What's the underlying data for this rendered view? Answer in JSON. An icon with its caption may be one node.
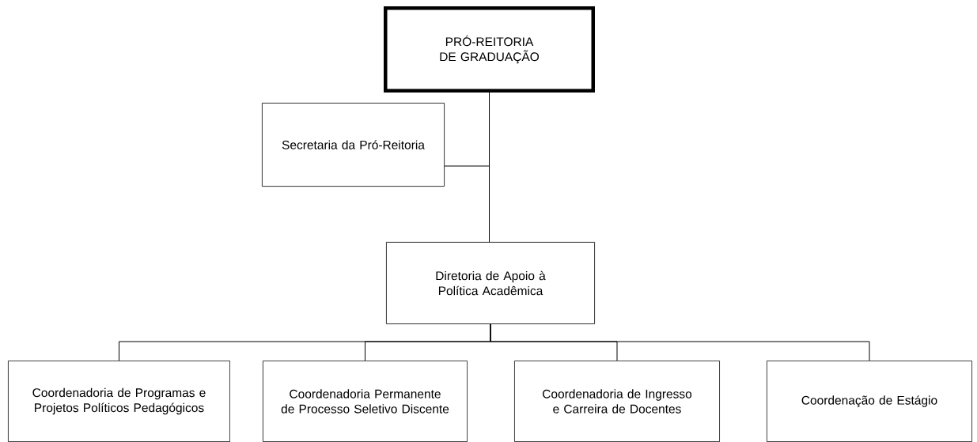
{
  "diagram": {
    "nodes": [
      {
        "text": [
          "PRÓ-REITORIA DE GRADUAÇÃO"
        ]
      },
      {
        "text": [
          "Secretaria da Pró-Reitoria"
        ]
      },
      {
        "text": [
          "Diretoria de Apoio à Política Acadêmica"
        ]
      },
      {
        "text": [
          "Coordenadoria de Programas e Projetos Políticos Pedagógicos"
        ]
      },
      {
        "text": [
          "Coordenadoria Permanente de Processo Seletivo Discente"
        ]
      },
      {
        "text": [
          "Coordenadoria de Ingresso e Carreira de Docentes"
        ]
      },
      {
        "text": [
          "Coordenação de Estágio"
        ]
      }
    ],
    "edges": [
      {
        "from": 0,
        "to": 1,
        "arrow": "none"
      },
      {
        "from": 0,
        "to": 2,
        "arrow": "none"
      },
      {
        "from": 2,
        "to": 3,
        "arrow": "none"
      },
      {
        "from": 2,
        "to": 4,
        "arrow": "none"
      },
      {
        "from": 2,
        "to": 5,
        "arrow": "none"
      },
      {
        "from": 2,
        "to": 6,
        "arrow": "none"
      }
    ]
  }
}
